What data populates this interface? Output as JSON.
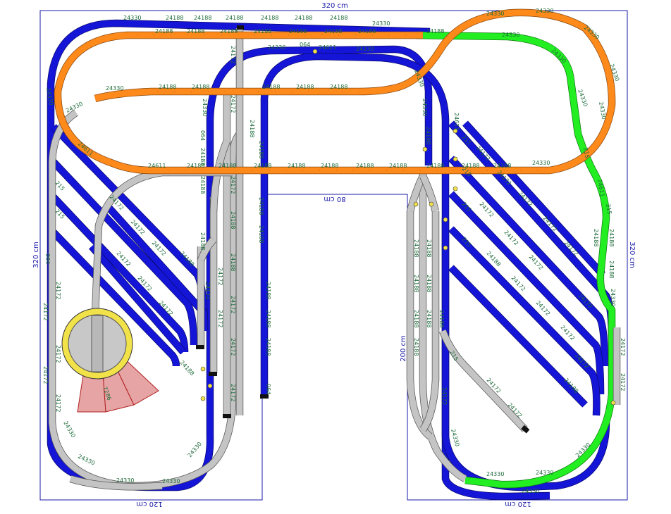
{
  "dimensions": {
    "top_width": "320 cm",
    "left_height": "320 cm",
    "right_height": "320 cm",
    "inner_gap": "80 cm",
    "inner_depth": "200 cm",
    "bottom_left": "120 cm",
    "bottom_right": "120 cm"
  },
  "track_colors": {
    "blue": "#1515d8",
    "orange": "#ff8a1c",
    "green": "#22ee22",
    "grey": "#c4c4c4",
    "outline": "#1a1aa8",
    "label": "#1e6b3a"
  },
  "part_codes": {
    "straight_long": "24188",
    "straight_short": "24172",
    "curve_r3": "24330",
    "curve_r2": "24430",
    "turnout": "24611",
    "turnout_short": "215",
    "small": "064",
    "turntable": "7286"
  }
}
